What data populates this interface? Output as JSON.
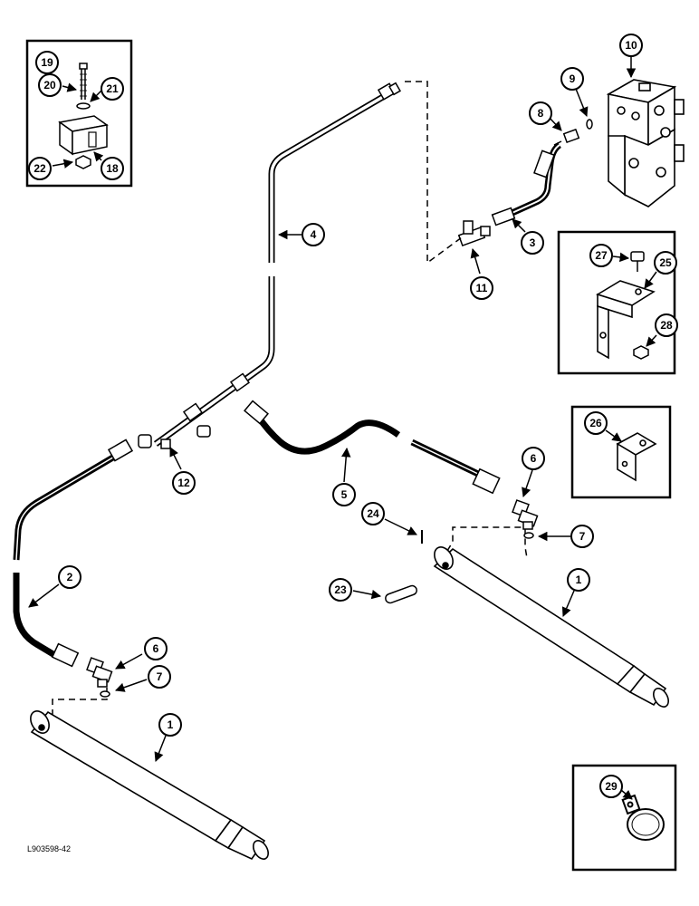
{
  "drawing_code": "L903598-42",
  "callouts": [
    {
      "id": "c19",
      "label": "19"
    },
    {
      "id": "c20",
      "label": "20"
    },
    {
      "id": "c21",
      "label": "21"
    },
    {
      "id": "c22",
      "label": "22"
    },
    {
      "id": "c18",
      "label": "18"
    },
    {
      "id": "c10",
      "label": "10"
    },
    {
      "id": "c9",
      "label": "9"
    },
    {
      "id": "c8",
      "label": "8"
    },
    {
      "id": "c3",
      "label": "3"
    },
    {
      "id": "c11",
      "label": "11"
    },
    {
      "id": "c4",
      "label": "4"
    },
    {
      "id": "c27",
      "label": "27"
    },
    {
      "id": "c25",
      "label": "25"
    },
    {
      "id": "c28",
      "label": "28"
    },
    {
      "id": "c26",
      "label": "26"
    },
    {
      "id": "c12",
      "label": "12"
    },
    {
      "id": "c5",
      "label": "5"
    },
    {
      "id": "c6a",
      "label": "6"
    },
    {
      "id": "c7a",
      "label": "7"
    },
    {
      "id": "c24",
      "label": "24"
    },
    {
      "id": "c23",
      "label": "23"
    },
    {
      "id": "c1a",
      "label": "1"
    },
    {
      "id": "c2",
      "label": "2"
    },
    {
      "id": "c6b",
      "label": "6"
    },
    {
      "id": "c7b",
      "label": "7"
    },
    {
      "id": "c1b",
      "label": "1"
    },
    {
      "id": "c29",
      "label": "29"
    }
  ]
}
